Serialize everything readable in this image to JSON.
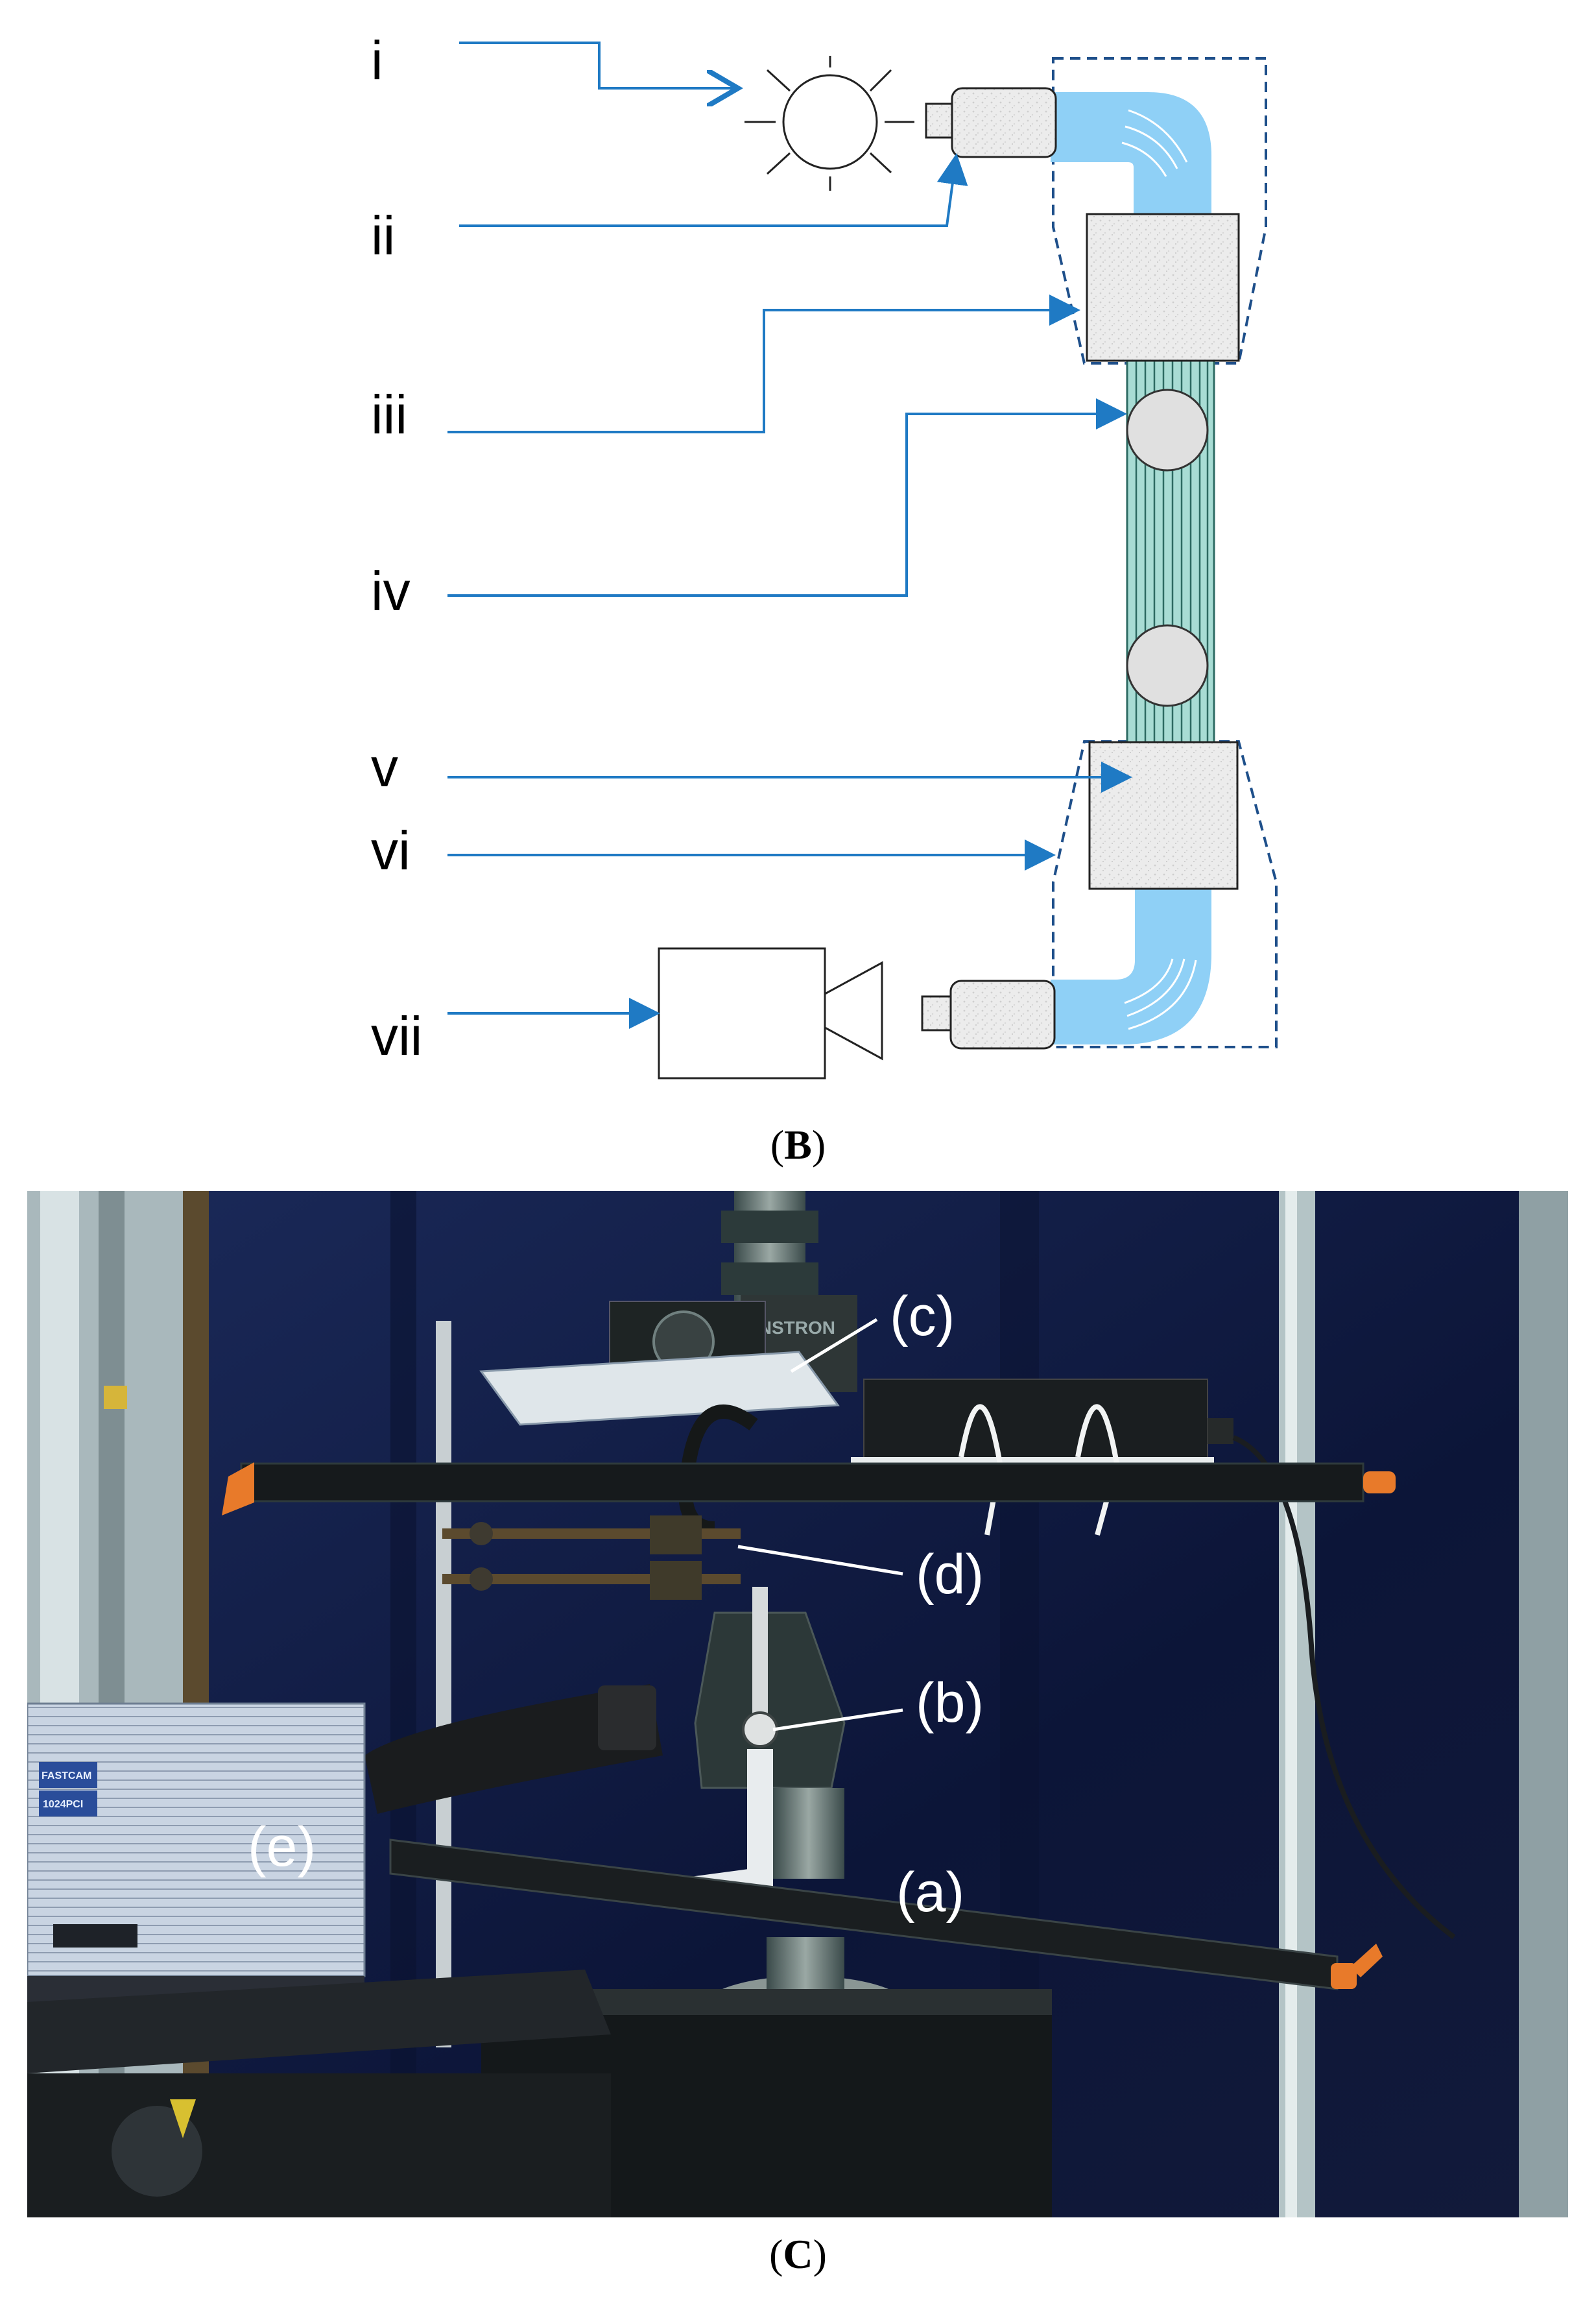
{
  "diagram": {
    "labels": [
      "i",
      "ii",
      "iii",
      "iv",
      "v",
      "vi",
      "vii"
    ],
    "colors": {
      "arrow": "#1f7ac4",
      "tube": "#8fd0f6",
      "sample": "#a8dcd4",
      "dash": "#1e4f8a"
    }
  },
  "caption_b": "B",
  "photo": {
    "labels": [
      "(a)",
      "(b)",
      "(c)",
      "(d)",
      "(e)"
    ],
    "camera_brand": "FASTCAM",
    "camera_model": "1024PCI",
    "load_cell_text": "INSTRON"
  },
  "caption_c": "C"
}
